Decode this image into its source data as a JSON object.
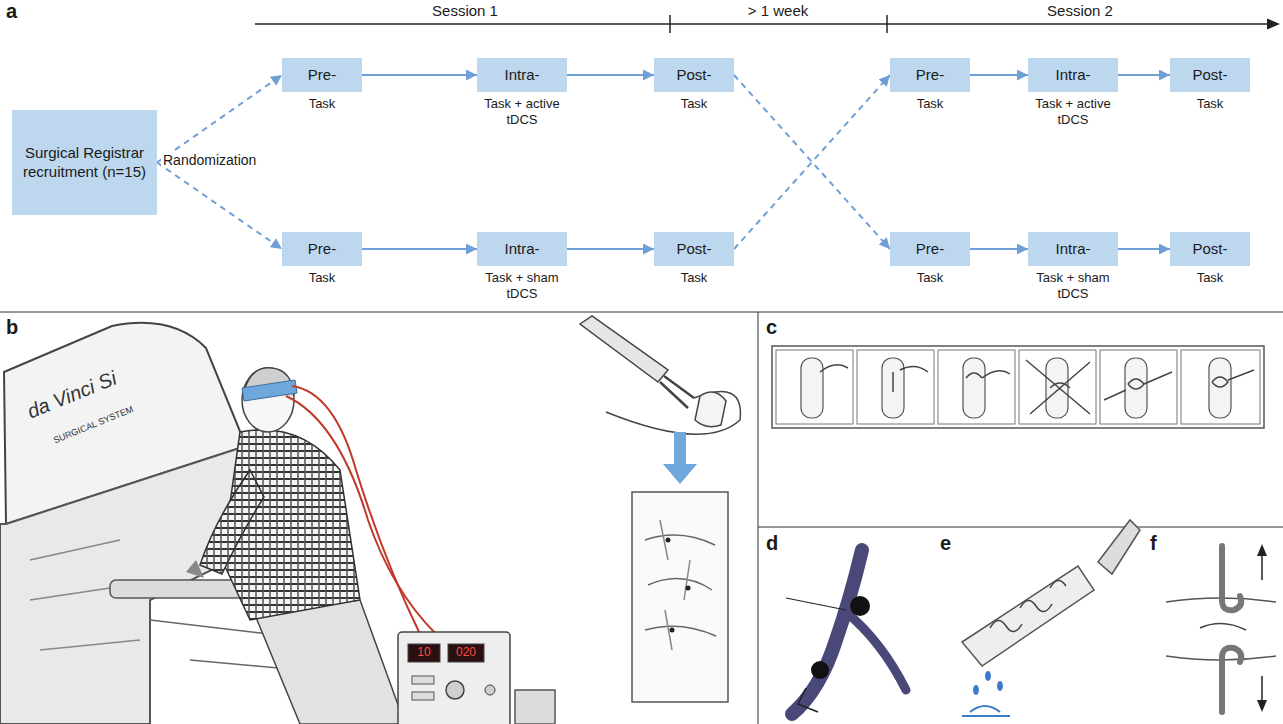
{
  "diagram": {
    "nodes": [
      {
        "text": [
          "Surgical Registrar recruitment (n=15)"
        ]
      },
      {
        "text": [
          "Pre-",
          "Task"
        ]
      },
      {
        "text": [
          "Intra-",
          "Task + active tDCS"
        ]
      },
      {
        "text": [
          "Post-",
          "Task"
        ]
      },
      {
        "text": [
          "Pre-",
          "Task"
        ]
      },
      {
        "text": [
          "Intra-",
          "Task + sham tDCS"
        ]
      },
      {
        "text": [
          "Post-",
          "Task"
        ]
      },
      {
        "text": [
          "Pre-",
          "Task"
        ]
      },
      {
        "text": [
          "Intra-",
          "Task + active tDCS"
        ]
      },
      {
        "text": [
          "Post-",
          "Task"
        ]
      },
      {
        "text": [
          "Pre-",
          "Task"
        ]
      },
      {
        "text": [
          "Intra-",
          "Task + sham tDCS"
        ]
      },
      {
        "text": [
          "Post-",
          "Task"
        ]
      }
    ],
    "edges": [
      {
        "from": 0,
        "to": 1,
        "arrow": "to"
      },
      {
        "from": 0,
        "to": 4,
        "arrow": "to"
      },
      {
        "from": 1,
        "to": 2,
        "arrow": "to"
      },
      {
        "from": 2,
        "to": 3,
        "arrow": "to"
      },
      {
        "from": 4,
        "to": 5,
        "arrow": "to"
      },
      {
        "from": 5,
        "to": 6,
        "arrow": "to"
      },
      {
        "from": 3,
        "to": 10,
        "arrow": "to"
      },
      {
        "from": 6,
        "to": 7,
        "arrow": "to"
      },
      {
        "from": 7,
        "to": 8,
        "arrow": "to"
      },
      {
        "from": 8,
        "to": 9,
        "arrow": "to"
      },
      {
        "from": 10,
        "to": 11,
        "arrow": "to"
      },
      {
        "from": 11,
        "to": 12,
        "arrow": "to"
      }
    ],
    "labels": [
      "a",
      "Session 1",
      "> 1 week",
      "Session 2",
      "Randomization",
      "b",
      "c",
      "d",
      "e",
      "f",
      "da Vinci Si",
      "SURGICAL SYSTEM",
      "10",
      "020"
    ]
  }
}
